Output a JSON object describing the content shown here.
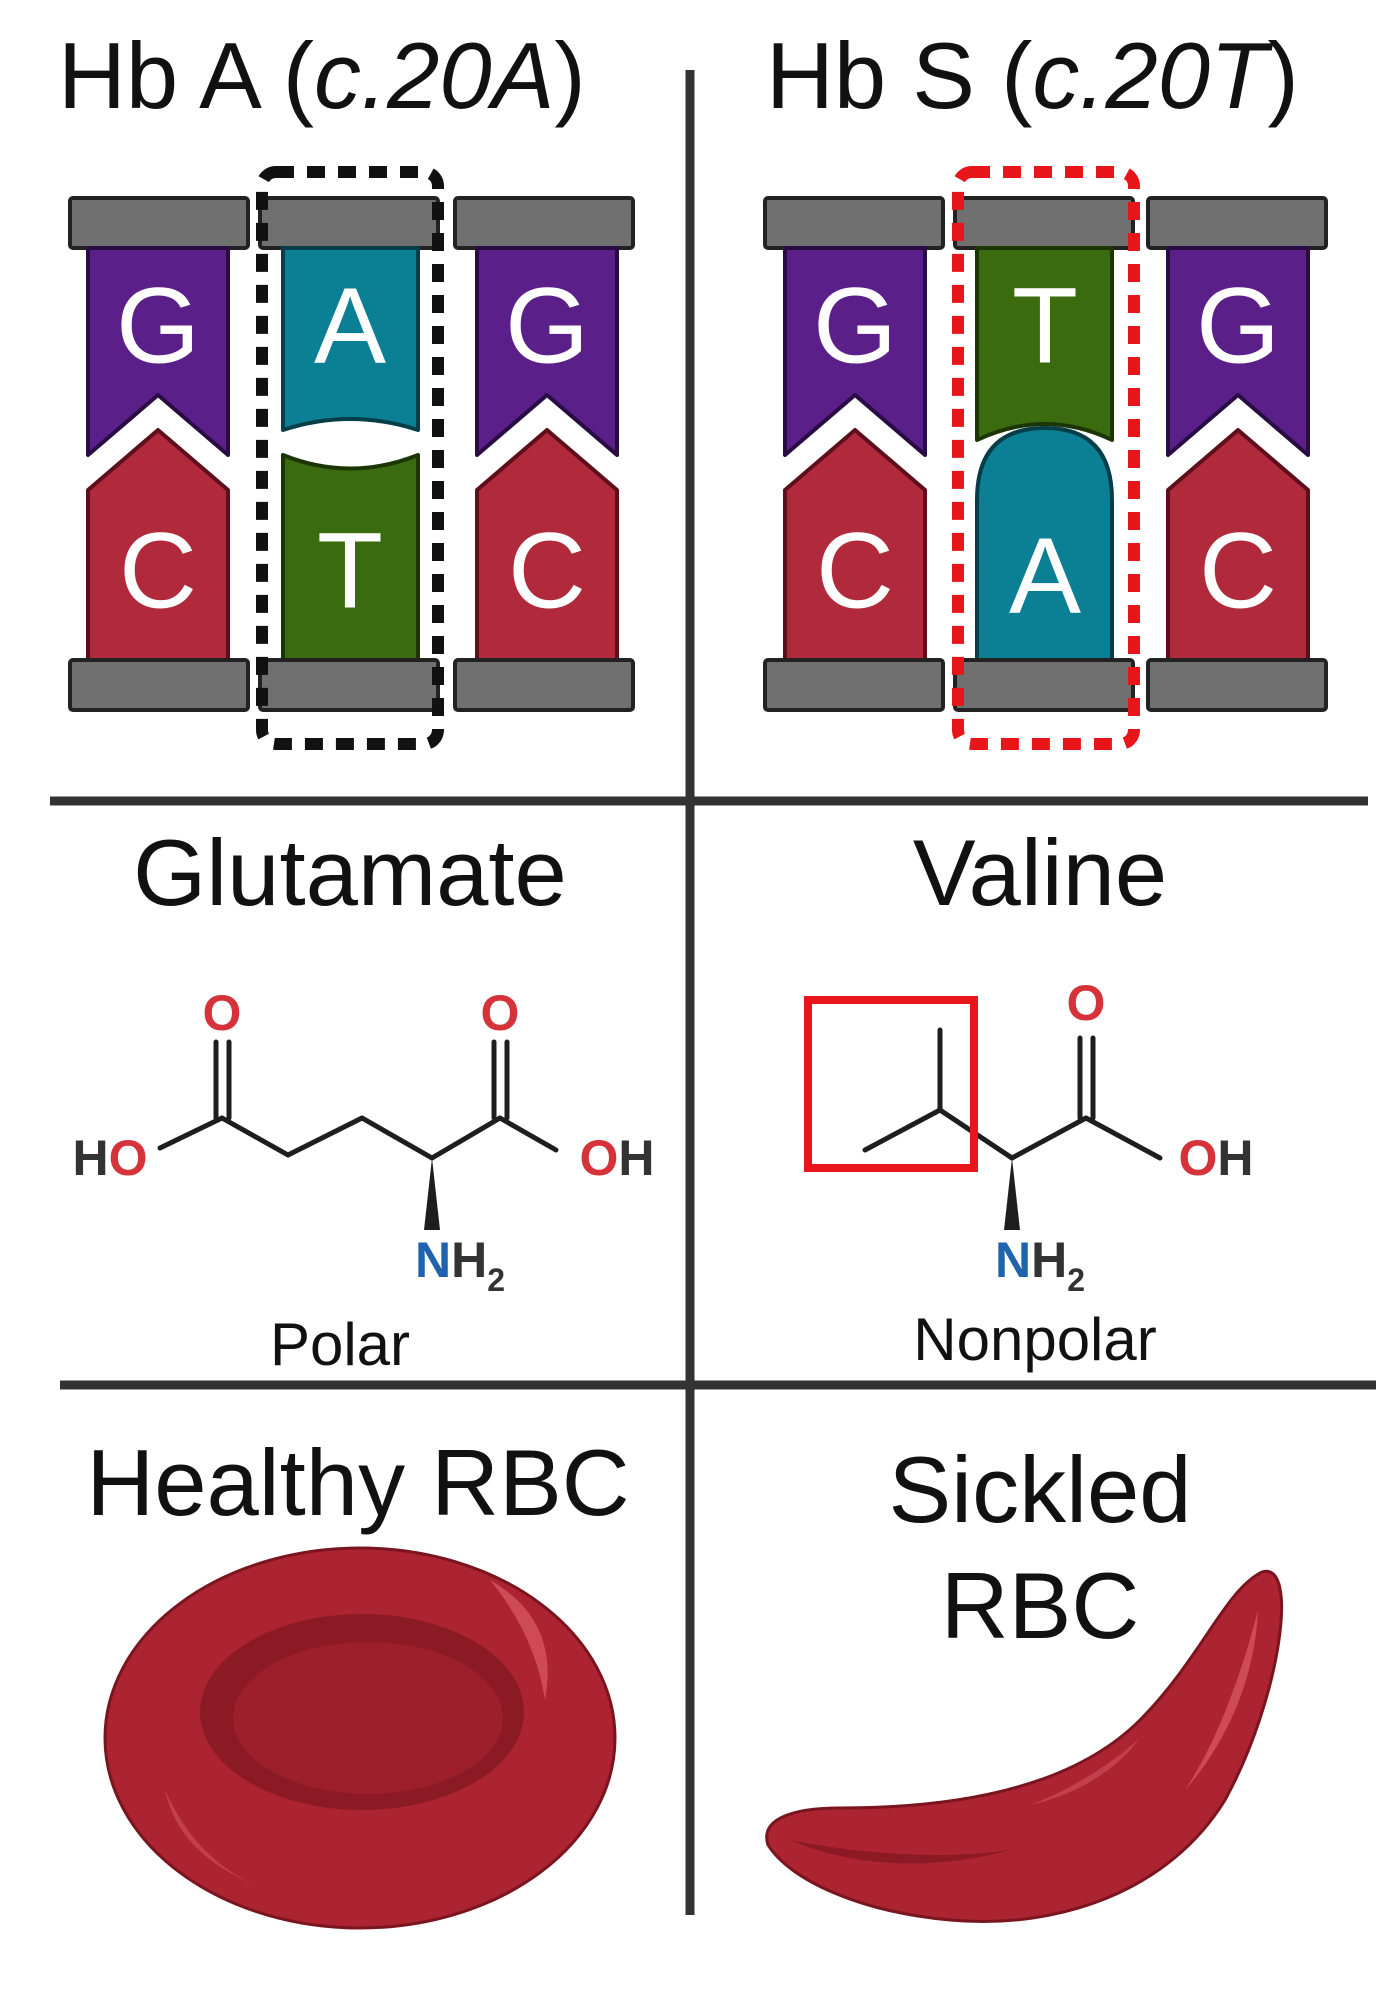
{
  "panels": {
    "hba": {
      "label_prefix": "Hb A (",
      "label_variant": "c.20A",
      "label_suffix": ")"
    },
    "hbs": {
      "label_prefix": "Hb S (",
      "label_variant": "c.20T",
      "label_suffix": ")"
    }
  },
  "dna_left": {
    "top": [
      "G",
      "A",
      "G"
    ],
    "bottom": [
      "C",
      "T",
      "C"
    ]
  },
  "dna_right": {
    "top": [
      "G",
      "T",
      "G"
    ],
    "bottom": [
      "C",
      "A",
      "C"
    ]
  },
  "amino_acids": {
    "left": {
      "name": "Glutamate",
      "property": "Polar",
      "atoms": {
        "o1": "O",
        "o2": "O",
        "ho_h": "H",
        "ho_o": "O",
        "oh_o": "O",
        "oh_h": "H",
        "n": "N",
        "h": "H",
        "sub2": "2"
      }
    },
    "right": {
      "name": "Valine",
      "property": "Nonpolar",
      "atoms": {
        "o": "O",
        "oh_o": "O",
        "oh_h": "H",
        "n": "N",
        "h": "H",
        "sub2": "2"
      }
    }
  },
  "cells": {
    "left": {
      "label": "Healthy RBC"
    },
    "right": {
      "label_line1": "Sickled",
      "label_line2": "RBC"
    }
  },
  "colors": {
    "G": "#5b1f8a",
    "C": "#b02a3c",
    "A": "#0b7f93",
    "T": "#3a6b0e",
    "backbone": "#707070",
    "highlight_normal": "#111111",
    "highlight_mutant": "#e8161b",
    "oxygen": "#d6323a",
    "nitrogen": "#1f62ad",
    "rbc": "#ac2331",
    "rbc_dark": "#8c1a25"
  }
}
